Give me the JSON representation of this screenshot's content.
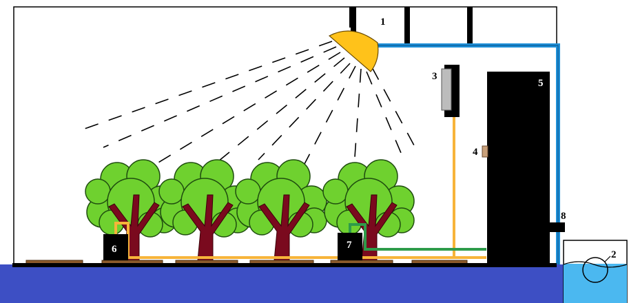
{
  "labels": {
    "sprinkler": "1",
    "pump": "2",
    "sensor_panel": "3",
    "switch": "4",
    "cabinet": "5",
    "sensor_a": "6",
    "sensor_b": "7",
    "valve": "8"
  },
  "colors": {
    "water_pipe": "#1e90d8",
    "yellow_cable": "#f7b43a",
    "green_cable": "#2e9b4a",
    "sprinkler_head": "#ffc21a",
    "foliage": "#6fd12f",
    "trunk": "#7a0a1e",
    "soil": "#8b5a2b",
    "base": "#3d4fc4",
    "tank_water": "#4bb8f0"
  },
  "trees": {
    "count": 4
  }
}
